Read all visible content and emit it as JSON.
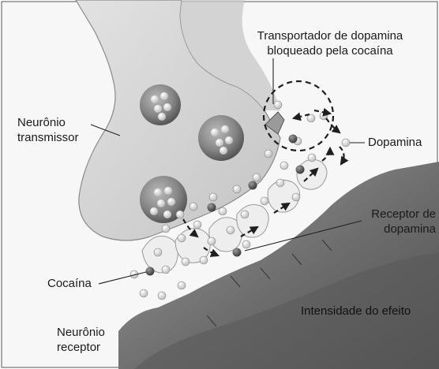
{
  "labels": {
    "transporter_line1": "Transportador de dopamina",
    "transporter_line2": "bloqueado pela cocaína",
    "transmitter_line1": "Neurônio",
    "transmitter_line2": "transmissor",
    "dopamine": "Dopamina",
    "receptor_line1": "Receptor de",
    "receptor_line2": "dopamina",
    "cocaine": "Cocaína",
    "effect": "Intensidade do efeito",
    "receiver_line1": "Neurônio",
    "receiver_line2": "receptor"
  },
  "colors": {
    "neuron_fill": "#d6d6d6",
    "neuron_dark": "#6e6e6e",
    "vesicle": "#8a8a8a",
    "dopamine": "#f2f2f2",
    "cocaine": "#6a6a6a",
    "arrow": "#1e1e1e"
  }
}
